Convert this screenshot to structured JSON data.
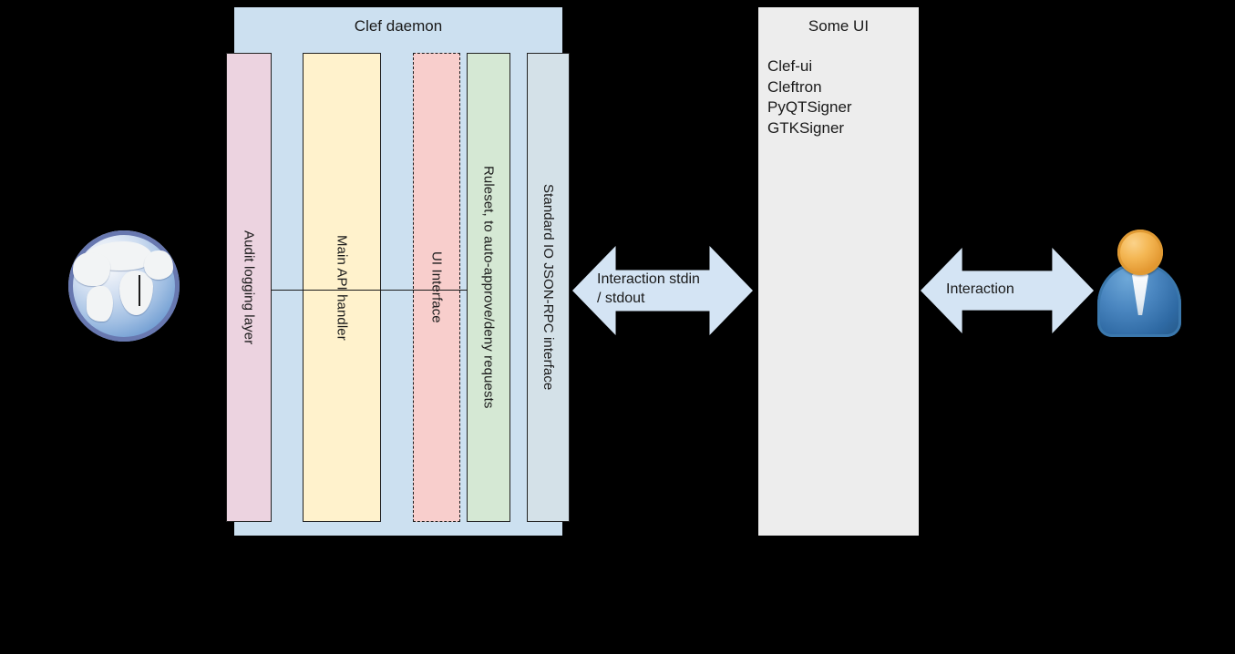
{
  "diagram": {
    "title": "Clef architecture diagram",
    "colors": {
      "container_blue": "#cce0f0",
      "audit_pink": "#ecd3e0",
      "api_yellow": "#fff2cc",
      "ui_pink": "#f8cecc",
      "ruleset_green": "#d5e8d4",
      "stdio_bluegray": "#d4e1e8",
      "someui_gray": "#ededed",
      "arrow_blue": "#d4e4f4",
      "background": "#000000"
    }
  },
  "daemon": {
    "title": "Clef daemon",
    "columns": [
      {
        "label": "Audit logging layer",
        "name": "audit-logging-layer"
      },
      {
        "label": "Main API handler",
        "name": "main-api-handler"
      },
      {
        "label": "UI Interface",
        "name": "ui-interface"
      },
      {
        "label": "Ruleset, to auto-approve/deny requests",
        "name": "ruleset"
      },
      {
        "label": "Standard IO JSON-RPC interface",
        "name": "stdio-jsonrpc-interface"
      }
    ]
  },
  "some_ui": {
    "title": "Some UI",
    "items": [
      "Clef-ui",
      "Cleftron",
      "PyQTSigner",
      "GTKSigner"
    ]
  },
  "arrows": [
    {
      "label": "Interaction stdin\n/ stdout",
      "name": "arrow-stdin-stdout"
    },
    {
      "label": "Interaction",
      "name": "arrow-interaction"
    }
  ],
  "icons": {
    "globe": "globe-icon",
    "user": "user-icon"
  }
}
